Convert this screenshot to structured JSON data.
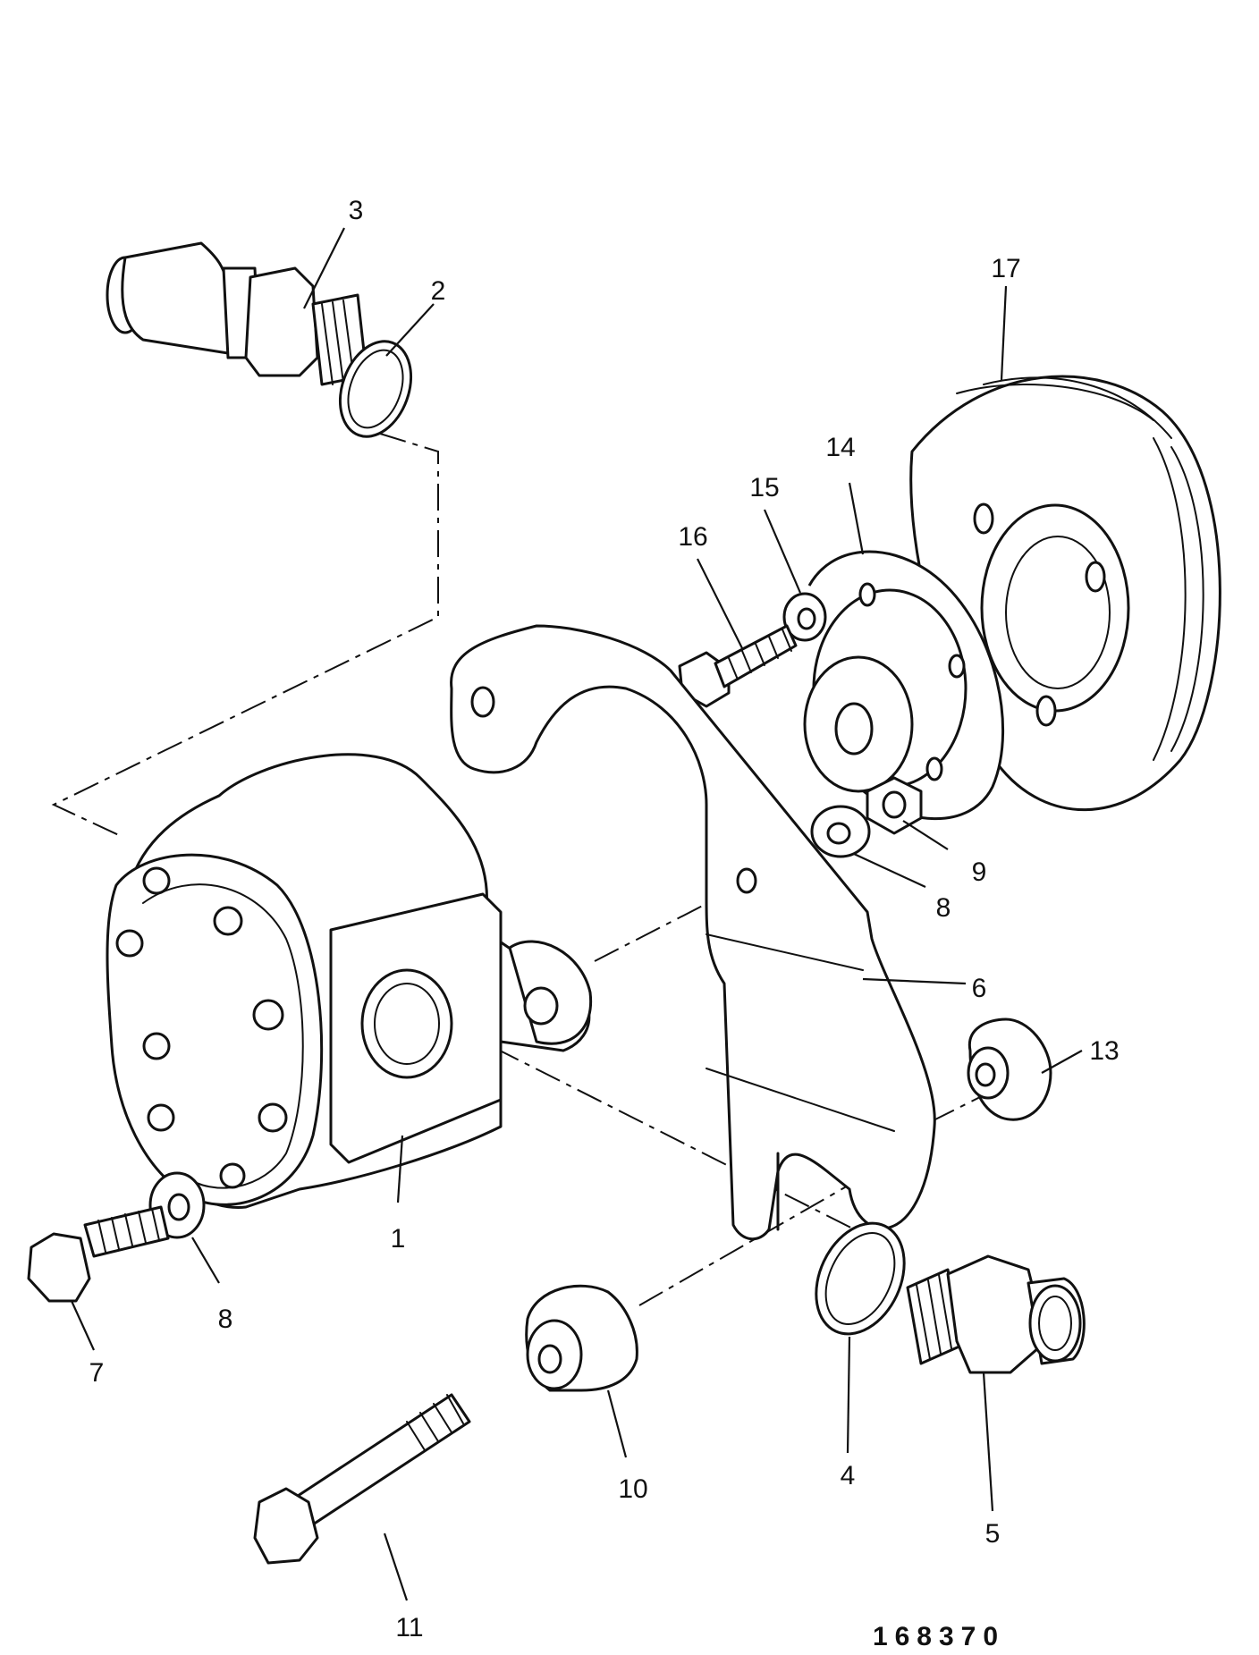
{
  "diagram": {
    "callouts": [
      "1",
      "2",
      "3",
      "4",
      "5",
      "6",
      "7",
      "8",
      "8",
      "9",
      "10",
      "11",
      "13",
      "14",
      "15",
      "16",
      "17"
    ],
    "catalog_number": "168370"
  }
}
